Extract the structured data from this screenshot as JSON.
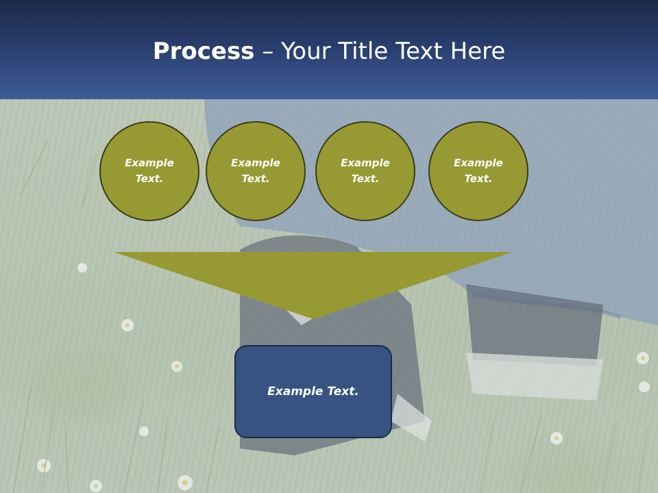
{
  "slide": {
    "title_bold": "Process",
    "title_rest": " – Your Title Text Here",
    "circles": [
      {
        "label": "Example\nText."
      },
      {
        "label": "Example\nText."
      },
      {
        "label": "Example\nText."
      },
      {
        "label": "Example\nText."
      }
    ],
    "result_label": "Example Text."
  },
  "colors": {
    "header_top": "#1c2a48",
    "header_bottom": "#3e5c98",
    "circle_fill": "#979932",
    "funnel_fill": "#979932",
    "box_fill": "#375382"
  }
}
